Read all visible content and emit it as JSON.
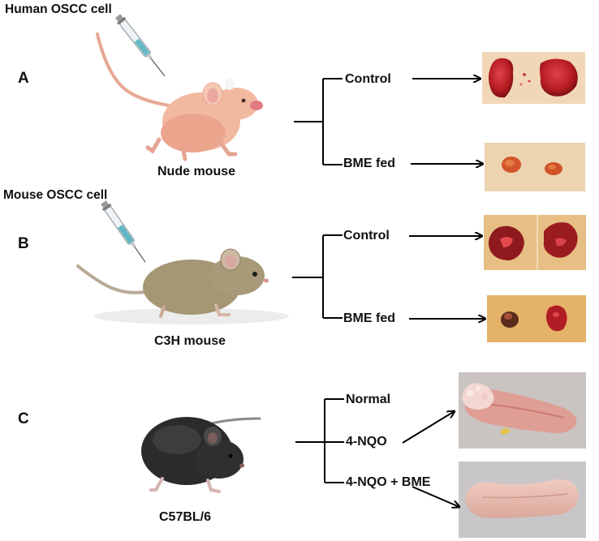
{
  "panels": [
    {
      "label": "A",
      "injection_label": "Human OSCC cell",
      "mouse_label": "Nude mouse",
      "branches": [
        "Control",
        "BME fed"
      ]
    },
    {
      "label": "B",
      "injection_label": "Mouse OSCC cell",
      "mouse_label": "C3H mouse",
      "branches": [
        "Control",
        "BME fed"
      ]
    },
    {
      "label": "C",
      "mouse_label": "C57BL/6",
      "branches": [
        "Normal",
        "4-NQO",
        "4-NQO + BME"
      ]
    }
  ],
  "icons": [
    "syringe-icon",
    "nude-mouse-icon",
    "c3h-mouse-icon",
    "c57bl6-mouse-icon",
    "tumor-photo",
    "tongue-photo"
  ],
  "colors": {
    "nude_mouse_skin": "#f2b9a1",
    "c3h_mouse_fur": "#a59674",
    "c57_mouse_fur": "#2b2b2b",
    "tumor_red": "#b51c22",
    "photo_bg_tan": "#e8c79a",
    "tongue_pink": "#e8b2a8"
  }
}
